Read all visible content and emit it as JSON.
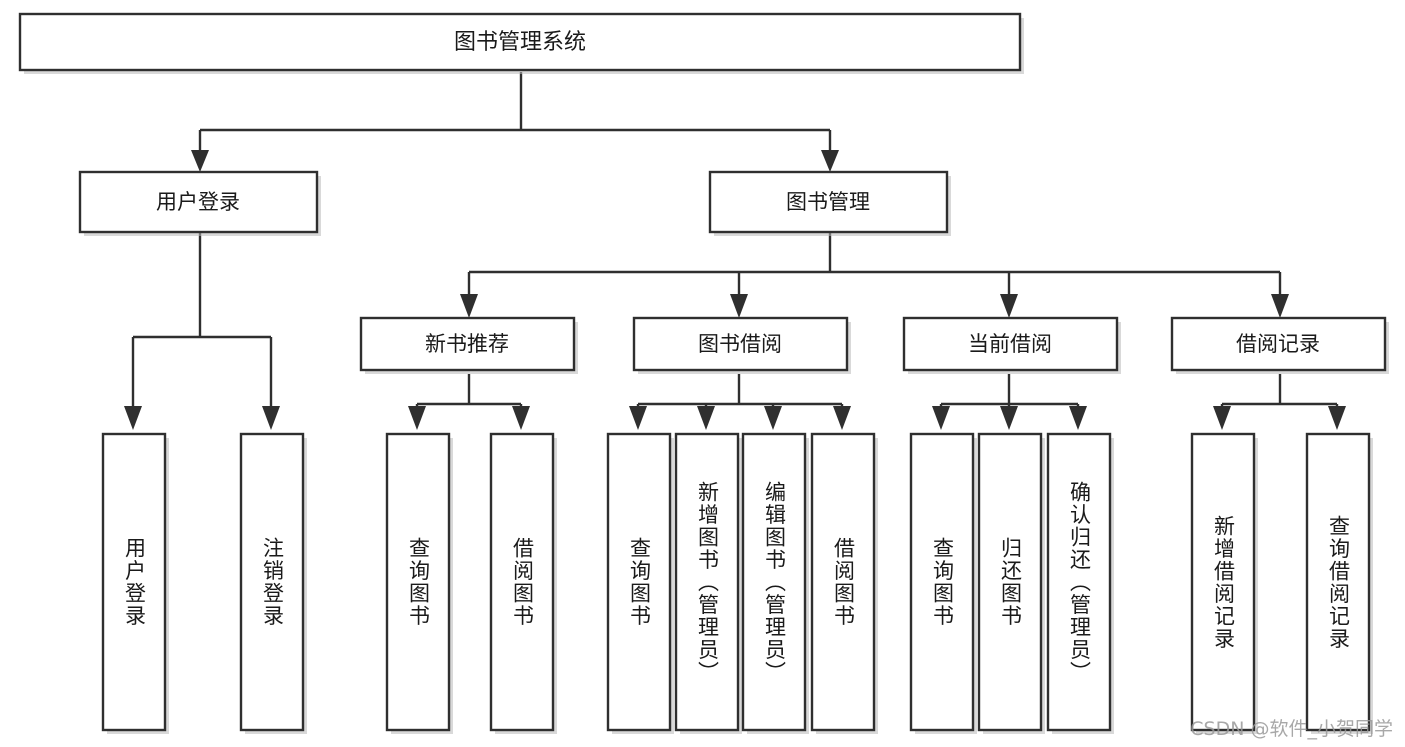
{
  "diagram": {
    "type": "tree",
    "title": "图书管理系统",
    "orientation": "top-down",
    "watermark": "CSDN @软件_小贺同学",
    "colors": {
      "box_border": "#2f2f2f",
      "box_fill": "#ffffff",
      "connector": "#2f2f2f",
      "text": "#1a1a1a",
      "watermark": "#9a9a9a",
      "background": "#ffffff"
    },
    "root": {
      "label": "图书管理系统"
    },
    "level2": [
      {
        "label": "用户登录"
      },
      {
        "label": "图书管理"
      }
    ],
    "level3": [
      {
        "label": "新书推荐"
      },
      {
        "label": "图书借阅"
      },
      {
        "label": "当前借阅"
      },
      {
        "label": "借阅记录"
      }
    ],
    "leaves": {
      "用户登录": [
        "用户登录",
        "注销登录"
      ],
      "新书推荐": [
        "查询图书",
        "借阅图书"
      ],
      "图书借阅": [
        "查询图书",
        "新增图书（管理员）",
        "编辑图书（管理员）",
        "借阅图书"
      ],
      "当前借阅": [
        "查询图书",
        "归还图书",
        "确认归还（管理员）"
      ],
      "借阅记录": [
        "新增借阅记录",
        "查询借阅记录"
      ]
    },
    "leaf_labels_ordered": [
      "用户登录",
      "注销登录",
      "查询图书",
      "借阅图书",
      "查询图书",
      "新增图书（管理员）",
      "编辑图书（管理员）",
      "借阅图书",
      "查询图书",
      "归还图书",
      "确认归还（管理员）",
      "新增借阅记录",
      "查询借阅记录"
    ]
  }
}
